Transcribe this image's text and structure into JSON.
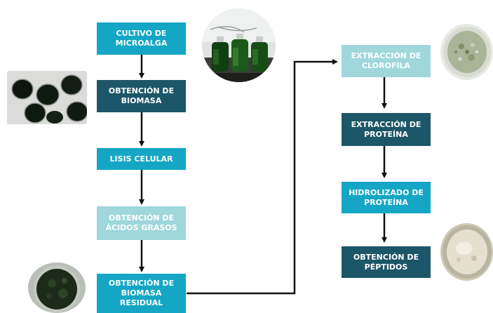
{
  "steps": {
    "cultivo": [
      "CULTIVO DE",
      "MICROALGA"
    ],
    "biomasa": [
      "OBTENCIÓN DE",
      "BIOMASA"
    ],
    "lisis": [
      "LISIS CELULAR"
    ],
    "acidos": [
      "OBTENCIÓN DE",
      "ÁCIDOS GRASOS"
    ],
    "residual": [
      "OBTENCIÓN DE",
      "BIOMASA",
      "RESIDUAL"
    ],
    "clorofila": [
      "EXTRACCIÓN DE",
      "CLOROFILA"
    ],
    "proteina": [
      "EXTRACCIÓN DE",
      "PROTEÍNA"
    ],
    "hidrolizado": [
      "HIDROLIZADO DE",
      "PROTEÍNA"
    ],
    "peptidos": [
      "OBTENCIÓN DE",
      "PÉPTIDOS"
    ]
  },
  "colors": {
    "medium": "#14a6c4",
    "dark": "#1d5668",
    "light": "#9fd7db",
    "arrow": "#111111"
  },
  "images": {
    "photo_1": "bottle-cultures-photo",
    "photo_2": "petri-dishes-biomass-photo",
    "photo_3": "petri-dish-residual-biomass-photo",
    "photo_4": "petri-dish-powder-photo",
    "photo_5": "petri-dish-peptides-photo"
  }
}
